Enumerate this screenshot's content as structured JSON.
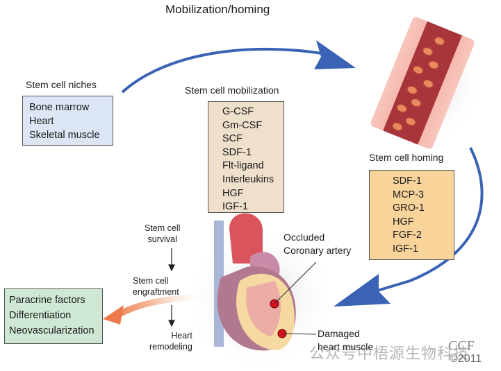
{
  "title": "Mobilization/homing",
  "stem_cell_niches": {
    "label": "Stem cell niches",
    "items": [
      "Bone marrow",
      "Heart",
      "Skeletal muscle"
    ],
    "box_color": "#dce6f5"
  },
  "stem_cell_mobilization": {
    "label": "Stem cell mobilization",
    "items": [
      "G-CSF",
      "Gm-CSF",
      "SCF",
      "SDF-1",
      "Flt-ligand",
      "Interleukins",
      "HGF",
      "IGF-1"
    ],
    "box_color": "#efe0cc"
  },
  "stem_cell_homing": {
    "label": "Stem cell homing",
    "items": [
      "SDF-1",
      "MCP-3",
      "GRO-1",
      "HGF",
      "FGF-2",
      "IGF-1"
    ],
    "box_color": "#f8d49a"
  },
  "outcomes": {
    "items": [
      "Paracrine factors",
      "Differentiation",
      "Neovascularization"
    ],
    "box_color": "#cfe8d6"
  },
  "process_steps": {
    "survival": [
      "Stem cell",
      "survival"
    ],
    "engraftment": [
      "Stem cell",
      "engraftment"
    ],
    "remodeling": [
      "Heart",
      "remodeling"
    ]
  },
  "heart_labels": {
    "occluded": [
      "Occluded",
      "Coronary artery"
    ],
    "damaged": [
      "Damaged",
      "heart muscle"
    ]
  },
  "credits": {
    "publisher": "CCF",
    "copyright": "©2011",
    "watermark": "公众号中梧源生物科技"
  },
  "colors": {
    "arrow_blue": "#3a62b5",
    "arrow_orange": "#f0875a",
    "marker_red": "#d4141e"
  }
}
